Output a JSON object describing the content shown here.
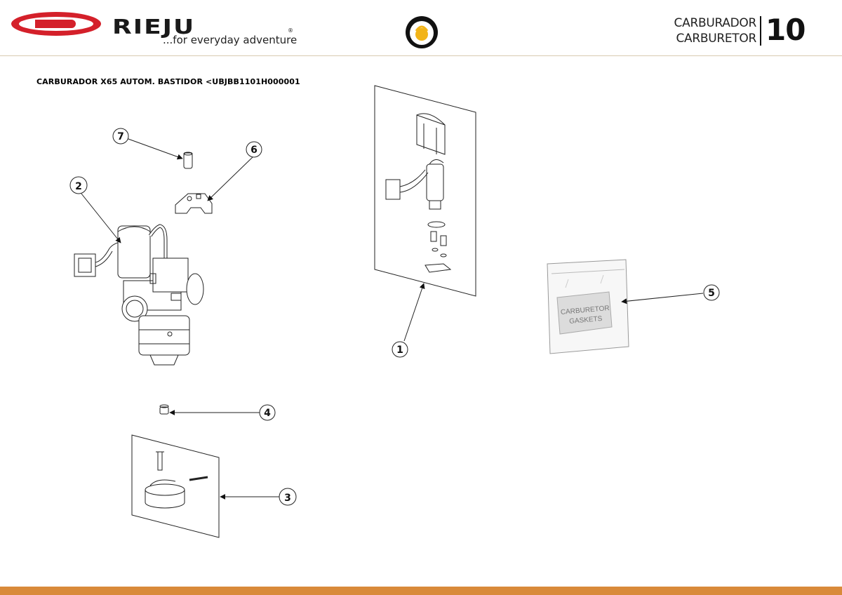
{
  "header": {
    "brand": "RIEJU",
    "tagline": "...for everyday adventure",
    "section_title_es": "CARBURADOR",
    "section_title_en": "CARBURETOR",
    "section_number": "10"
  },
  "page": {
    "title": "CARBURADOR X65 AUTOM. BASTIDOR <UBJBB1101H000001"
  },
  "callouts": [
    "1",
    "2",
    "3",
    "4",
    "5",
    "6",
    "7"
  ],
  "bag": {
    "line1": "CARBURETOR",
    "line2": "GASKETS"
  },
  "colors": {
    "brand_red": "#d4202a",
    "footer_orange": "#d98a3a",
    "header_rule": "#d8cbb0"
  }
}
